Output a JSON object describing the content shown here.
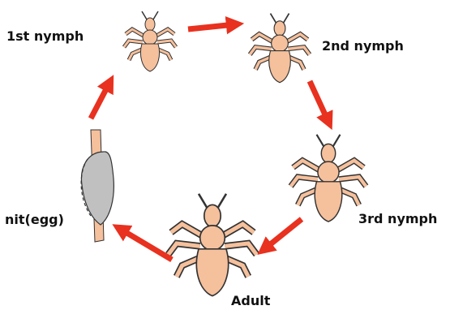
{
  "title": "",
  "stages": {
    "nymph1": "1st nymph",
    "nymph2": "2nd nymph",
    "nymph3": "3rd nymph",
    "adult": "Adult",
    "egg": "nit(egg)"
  },
  "colors": {
    "body": "#f5c09c",
    "outline": "#333333",
    "arrow": "#e8311f",
    "egg": "#c0c0c0",
    "hair": "#f5c09c"
  }
}
